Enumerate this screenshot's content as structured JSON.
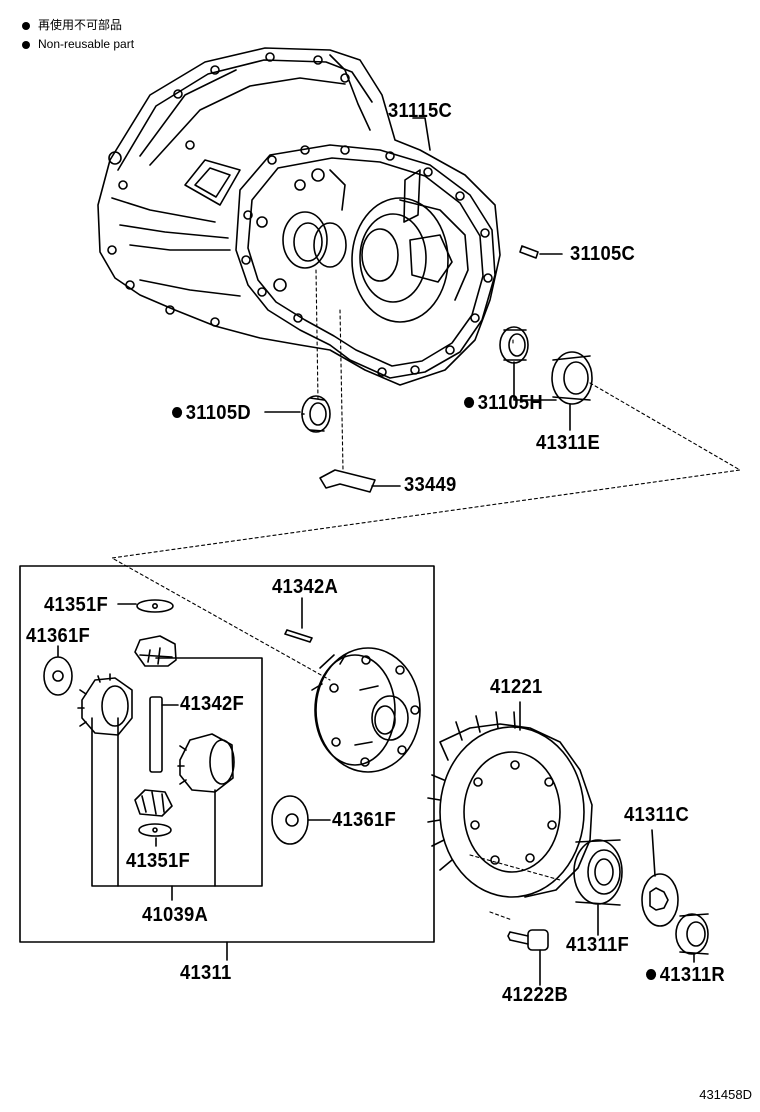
{
  "legend": {
    "non_reusable_jp": "再使用不可部品",
    "non_reusable_en": "Non-reusable part"
  },
  "parts": {
    "p31115C": "31115C",
    "p31105C": "31105C",
    "p31105D": "31105D",
    "p31105H": "31105H",
    "p41311E": "41311E",
    "p33449": "33449",
    "p41351F_top": "41351F",
    "p41342A": "41342A",
    "p41361F_left": "41361F",
    "p41342F": "41342F",
    "p41361F_right": "41361F",
    "p41351F_bottom": "41351F",
    "p41039A": "41039A",
    "p41311": "41311",
    "p41221": "41221",
    "p41311C": "41311C",
    "p41311F": "41311F",
    "p41311R": "41311R",
    "p41222B": "41222B"
  },
  "illustration_id": "431458D",
  "colors": {
    "line": "#000000",
    "background": "#ffffff"
  }
}
